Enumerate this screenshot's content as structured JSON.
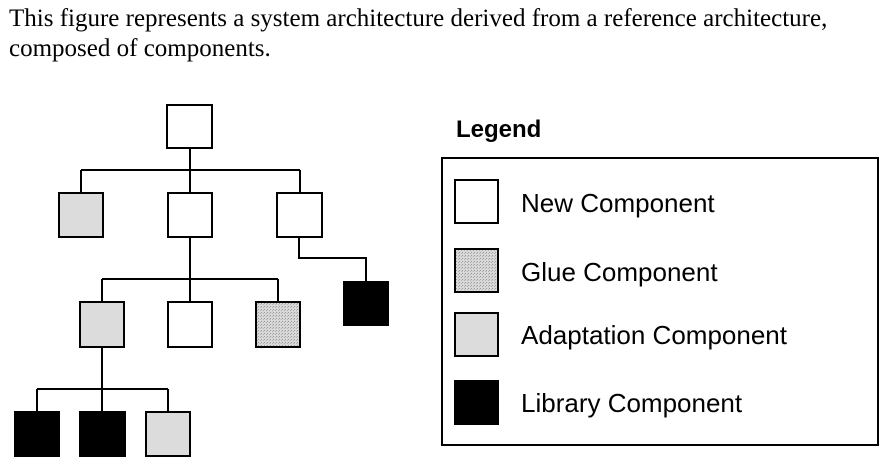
{
  "caption": "This figure represents a system architecture derived from a reference architecture, composed of components.",
  "legend": {
    "title": "Legend",
    "items": [
      {
        "label": "New Component",
        "type": "new"
      },
      {
        "label": "Glue Component",
        "type": "glue"
      },
      {
        "label": "Adaptation Component",
        "type": "adaptation"
      },
      {
        "label": "Library Component",
        "type": "library"
      }
    ]
  },
  "colors": {
    "new": "#ffffff",
    "glue": "#cfcfcf",
    "adaptation": "#dcdcdc",
    "library": "#000000",
    "stroke": "#000000"
  },
  "tree": {
    "type": "new",
    "children": [
      {
        "type": "adaptation"
      },
      {
        "type": "new",
        "children": [
          {
            "type": "adaptation",
            "children": [
              {
                "type": "library"
              },
              {
                "type": "library"
              },
              {
                "type": "adaptation"
              }
            ]
          },
          {
            "type": "new"
          },
          {
            "type": "glue"
          }
        ]
      },
      {
        "type": "new",
        "children": [
          {
            "type": "library"
          }
        ]
      }
    ]
  }
}
